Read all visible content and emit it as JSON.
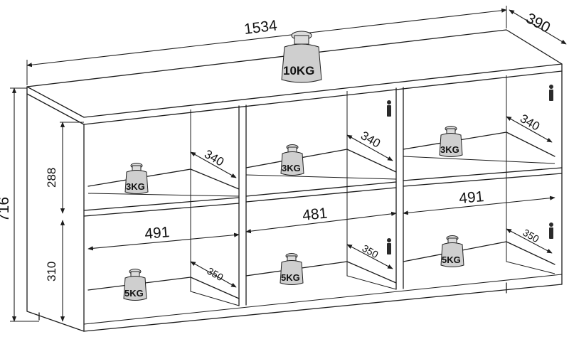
{
  "dimensions": {
    "width": "1534",
    "depth": "390",
    "height": "716",
    "upper_height": "288",
    "lower_height": "310",
    "shelf_width_left": "491",
    "shelf_width_middle": "481",
    "shelf_width_right": "491",
    "depth_upper_left": "340",
    "depth_upper_middle": "340",
    "depth_upper_right": "340",
    "depth_lower_left": "350",
    "depth_lower_middle": "350",
    "depth_lower_right": "350"
  },
  "loads": {
    "top": "10KG",
    "upper_left": "3KG",
    "upper_middle": "3KG",
    "upper_right": "3KG",
    "lower_left": "5KG",
    "lower_middle": "5KG",
    "lower_right": "5KG"
  }
}
